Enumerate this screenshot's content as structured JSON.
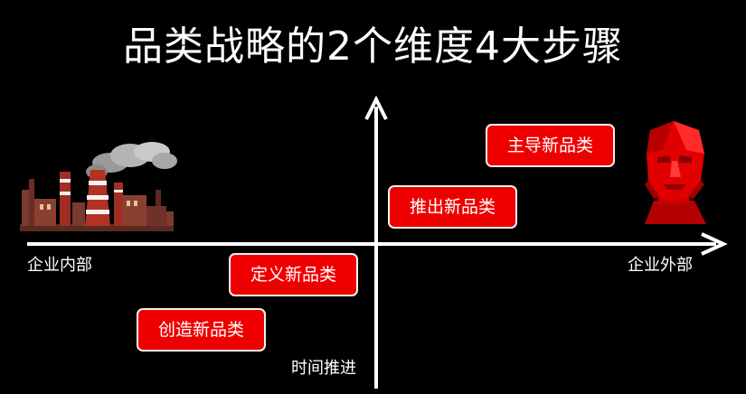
{
  "title": "品类战略的2个维度4大步骤",
  "axes": {
    "left_label": "企业内部",
    "right_label": "企业外部",
    "vertical_label": "时间推进"
  },
  "steps": {
    "create": "创造新品类",
    "define": "定义新品类",
    "launch": "推出新品类",
    "lead": "主导新品类"
  },
  "colors": {
    "background": "#000000",
    "box": "#ee0000",
    "text": "#ffffff"
  },
  "icons": {
    "left": "factory-icon",
    "right": "red-head-icon"
  }
}
